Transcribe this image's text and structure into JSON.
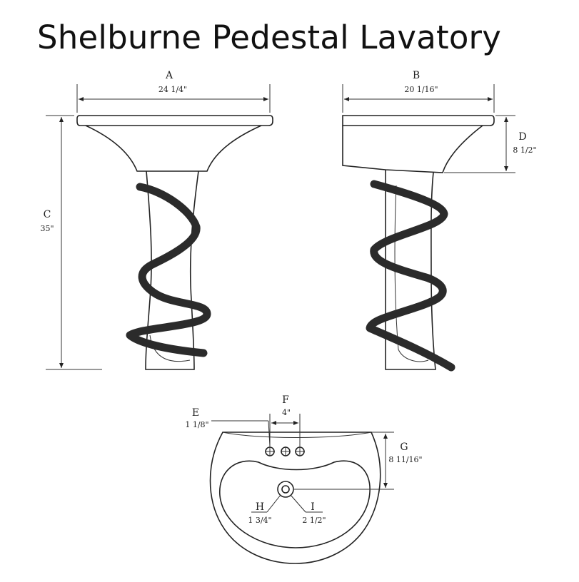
{
  "title": "Shelburne Pedestal Lavatory",
  "dimensions": {
    "A": {
      "letter": "A",
      "value": "24 1/4\""
    },
    "B": {
      "letter": "B",
      "value": "20 1/16\""
    },
    "C": {
      "letter": "C",
      "value": "35\""
    },
    "D": {
      "letter": "D",
      "value": "8 1/2\""
    },
    "E": {
      "letter": "E",
      "value": "1 1/8\""
    },
    "F": {
      "letter": "F",
      "value": "4\""
    },
    "G": {
      "letter": "G",
      "value": "8 11/16\""
    },
    "H": {
      "letter": "H",
      "value": "1 3/4\""
    },
    "I": {
      "letter": "I",
      "value": "2 1/2\""
    }
  }
}
